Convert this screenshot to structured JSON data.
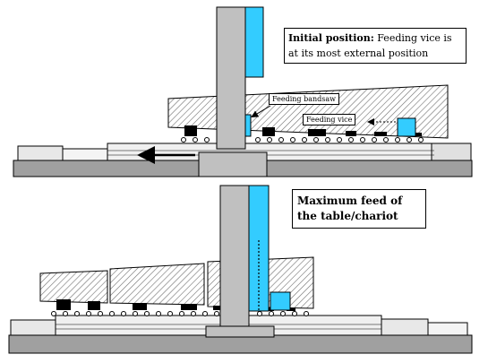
{
  "top_panel": {
    "caption_bold": "Initial position:",
    "caption_text": " Feeding vice is at its most external position",
    "label_bandsaw": "Feeding bandsaw",
    "label_vice": "Feeding vice"
  },
  "bottom_panel": {
    "caption": "Maximum feed of the table/chariot"
  },
  "colors": {
    "column": "#c0c0c0",
    "accent": "#33ccff",
    "hatch": "#808080",
    "base": "#a0a0a0",
    "clamp": "#000000"
  }
}
